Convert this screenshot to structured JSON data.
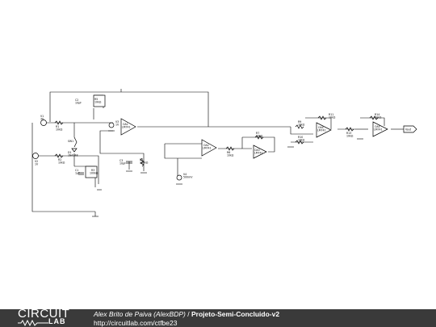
{
  "footer": {
    "logo_word": "CIRCUIT",
    "logo_sub": "LAB",
    "author": "Alex Brito de Paiva (AlexBDP)",
    "separator": "/",
    "project": "Projeto-Semi-Concluido-v2",
    "url": "http://circuitlab.com/ctfbe23"
  },
  "colors": {
    "footer_bg": "#3a3a3a",
    "wire": "#000000"
  },
  "components": {
    "v1": {
      "ref": "V1",
      "value": "3V"
    },
    "v2": {
      "ref": "V2",
      "value": "1V"
    },
    "r1": {
      "ref": "R1",
      "value": "10kΩ"
    },
    "r2": {
      "ref": "R2",
      "value": "10kΩ"
    },
    "r3": {
      "ref": "R3",
      "value": "100kΩ"
    },
    "c1": {
      "ref": "C1",
      "value": "1µF"
    },
    "c2": {
      "ref": "C2",
      "value": "10pF"
    },
    "c3": {
      "ref": "C3",
      "value": "10pF"
    },
    "d1": {
      "ref": "D1",
      "value": "1N4148"
    },
    "sw1": {
      "ref": "SW1",
      "value": ""
    },
    "r4": {
      "ref": "R4",
      "value": "100kΩ"
    },
    "r5": {
      "ref": "R5",
      "value": "10kΩ"
    },
    "op1": {
      "ref": "OA1",
      "value": "LM741"
    },
    "op2": {
      "ref": "OA2",
      "value": "LM741"
    },
    "v3": {
      "ref": "V3",
      "value": "1V"
    },
    "v4": {
      "ref": "V4",
      "value": "500mV"
    },
    "r6": {
      "ref": "R6",
      "value": "10kΩ"
    },
    "r7": {
      "ref": "R7",
      "value": "10kΩ"
    },
    "r8": {
      "ref": "R8",
      "value": "10kΩ"
    },
    "op3": {
      "ref": "OA3",
      "value": "LM741"
    },
    "r9": {
      "ref": "R9",
      "value": "10kΩ"
    },
    "r10": {
      "ref": "R10",
      "value": "10kΩ"
    },
    "r11": {
      "ref": "R11",
      "value": "10kΩ"
    },
    "r12": {
      "ref": "R12",
      "value": "10kΩ"
    },
    "op4": {
      "ref": "OA4",
      "value": "LM741"
    },
    "r13": {
      "ref": "R13",
      "value": "10kΩ"
    },
    "r14": {
      "ref": "R14",
      "value": "10kΩ"
    },
    "op5": {
      "ref": "OA5",
      "value": "LM741"
    },
    "out": {
      "ref": "Vout",
      "value": ""
    }
  }
}
